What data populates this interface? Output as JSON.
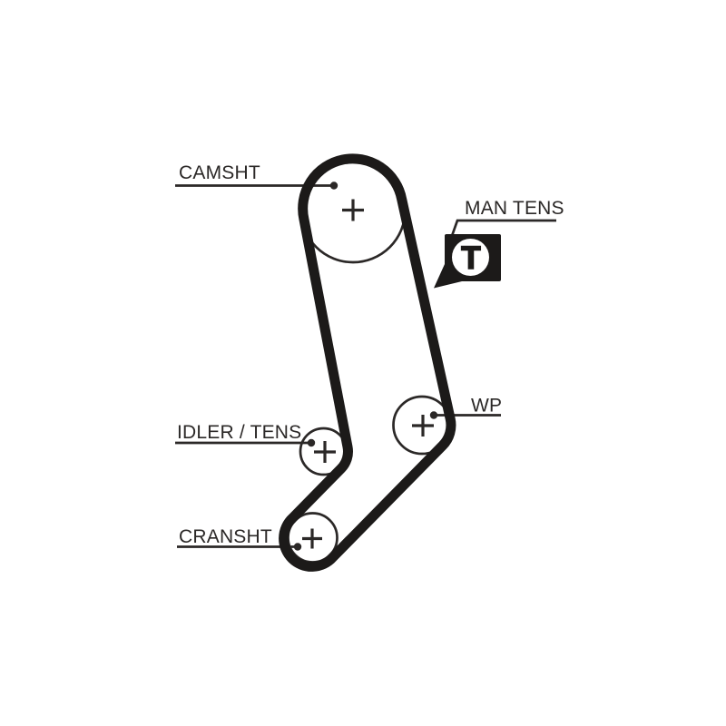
{
  "diagram": {
    "labels": {
      "camshaft": "CAMSHT",
      "manual_tensioner": "MAN TENS",
      "water_pump": "WP",
      "idler_tensioner": "IDLER / TENS",
      "crankshaft": "CRANSHT"
    },
    "tensioner_symbol": "T",
    "colors": {
      "background": "#ffffff",
      "ink": "#2b2827",
      "belt": "#1c1a19",
      "tensioner_symbol_bg": "#ffffff"
    }
  }
}
